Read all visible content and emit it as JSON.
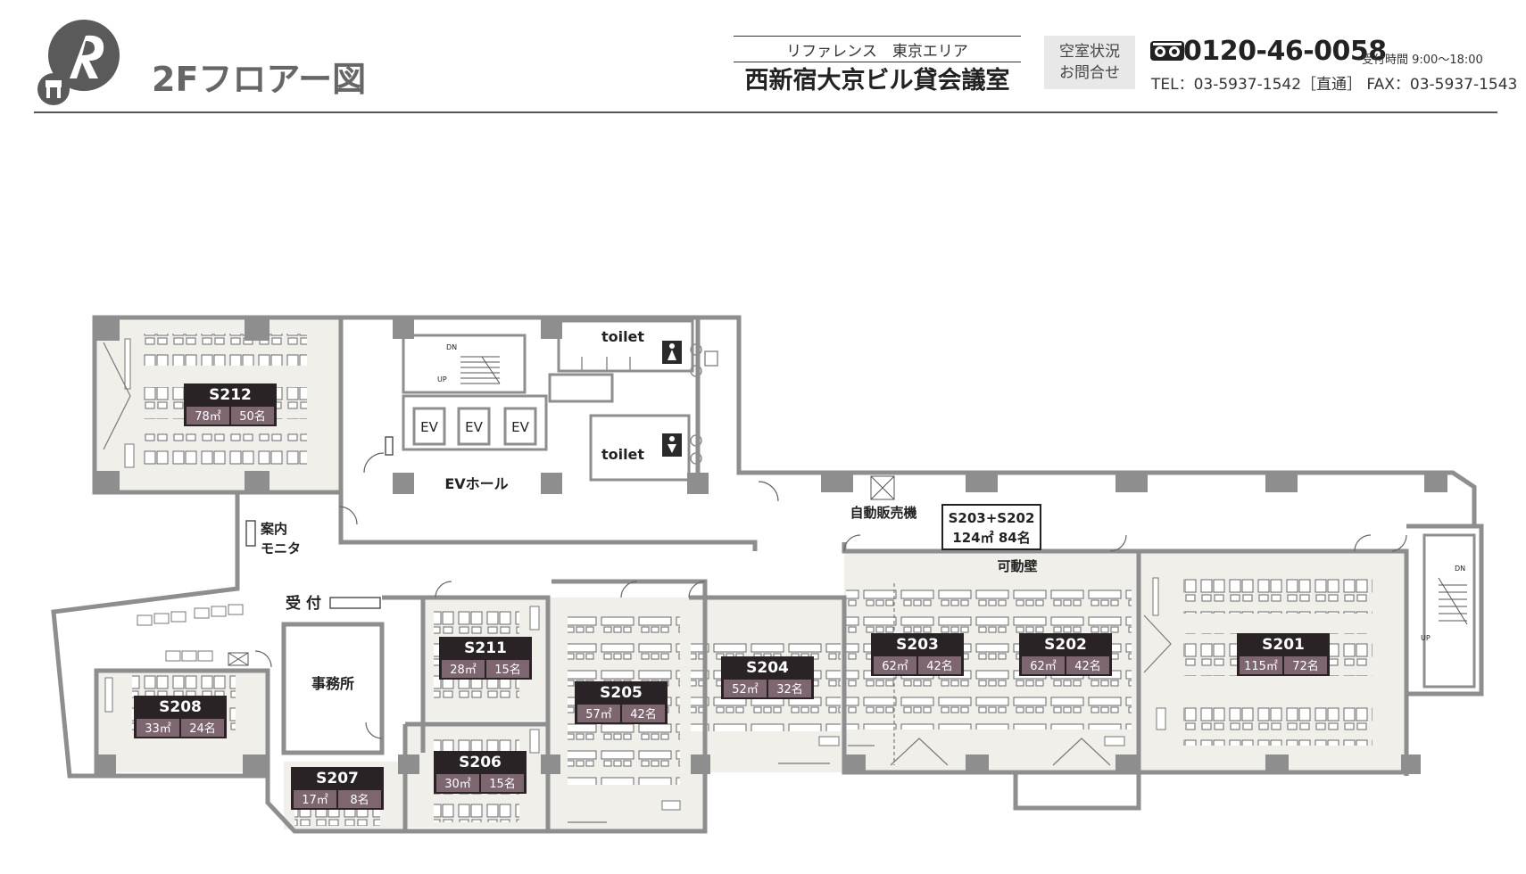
{
  "header": {
    "floor_title": "2Fフロアー図",
    "subtitle": "リファレンス　東京エリア",
    "venue_name": "西新宿大京ビル貸会議室",
    "vacancy_line1": "空室状況",
    "vacancy_line2": "お問合せ",
    "freedial_number": "0120-46-0058",
    "hours": "受付時間 9:00〜18:00",
    "tel_line": "TEL：03-5937-1542［直通］ FAX：03-5937-1543"
  },
  "rooms": [
    {
      "id": "S212",
      "area": "78㎡",
      "capacity": "50名"
    },
    {
      "id": "S211",
      "area": "28㎡",
      "capacity": "15名"
    },
    {
      "id": "S208",
      "area": "33㎡",
      "capacity": "24名"
    },
    {
      "id": "S207",
      "area": "17㎡",
      "capacity": "8名"
    },
    {
      "id": "S206",
      "area": "30㎡",
      "capacity": "15名"
    },
    {
      "id": "S205",
      "area": "57㎡",
      "capacity": "42名"
    },
    {
      "id": "S204",
      "area": "52㎡",
      "capacity": "32名"
    },
    {
      "id": "S203",
      "area": "62㎡",
      "capacity": "42名"
    },
    {
      "id": "S202",
      "area": "62㎡",
      "capacity": "42名"
    },
    {
      "id": "S201",
      "area": "115㎡",
      "capacity": "72名"
    }
  ],
  "combined": {
    "title": "S203+S202",
    "detail": "124㎡ 84名"
  },
  "labels": {
    "toilet_upper": "toilet",
    "toilet_lower": "toilet",
    "ev1": "EV",
    "ev2": "EV",
    "ev3": "EV",
    "ev_hall": "EVホール",
    "vending": "自動販売機",
    "info_monitor_1": "案内",
    "info_monitor_2": "モニタ",
    "reception": "受 付",
    "office": "事務所",
    "movable_wall": "可動壁",
    "dn_left": "DN",
    "up_left": "UP",
    "dn_right": "DN",
    "up_right": "UP"
  },
  "colors": {
    "wall": "#8e8e8e",
    "room_fill": "#f0efea",
    "badge_dark": "#2a2325",
    "badge_light": "#7d6670"
  }
}
